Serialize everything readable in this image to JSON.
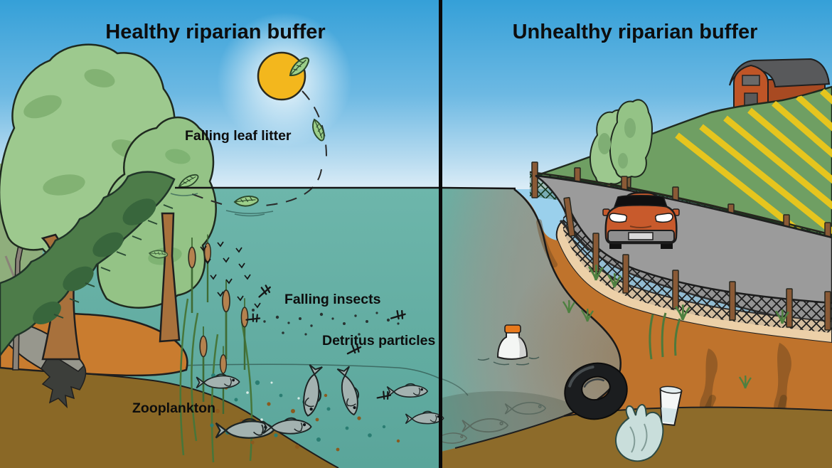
{
  "diagram": {
    "title_left": "Healthy riparian buffer",
    "title_right": "Unhealthy riparian buffer",
    "labels": {
      "falling_leaf_litter": "Falling leaf litter",
      "falling_insects": "Falling insects",
      "detritus_particles": "Detritus particles",
      "zooplankton": "Zooplankton"
    },
    "colors": {
      "sky_top": "#35a0d8",
      "sky_bottom": "#dcedf7",
      "sun": "#f3b71d",
      "water_healthy": "#66b1a6",
      "water_polluted": "#9c9c90",
      "canopy_green": "#9dc98e",
      "bush_green": "#4d7c49",
      "hill_green": "#6f9f63",
      "field_stripe_yellow": "#e6c51e",
      "soil_orange": "#c97c2f",
      "soil_dark": "#8d6b2a",
      "sand": "#ecd0a8",
      "road_gray": "#9b9b9b",
      "barn_red": "#bf5527",
      "car_orange": "#c85a2c",
      "divider": "#0a0a0a"
    },
    "elements_left": [
      "sun",
      "falling-leaves",
      "riparian-trees",
      "bushes",
      "cattails",
      "fish-school",
      "zooplankton-dots",
      "detritus-dots",
      "falling-insects",
      "driftwood-log"
    ],
    "elements_right": [
      "barn",
      "crop-field",
      "wire-fences",
      "road",
      "car",
      "eroded-bank",
      "pollution-plume",
      "tire",
      "plastic-bag",
      "plastic-cup",
      "floating-jug",
      "ghost-fish"
    ]
  }
}
